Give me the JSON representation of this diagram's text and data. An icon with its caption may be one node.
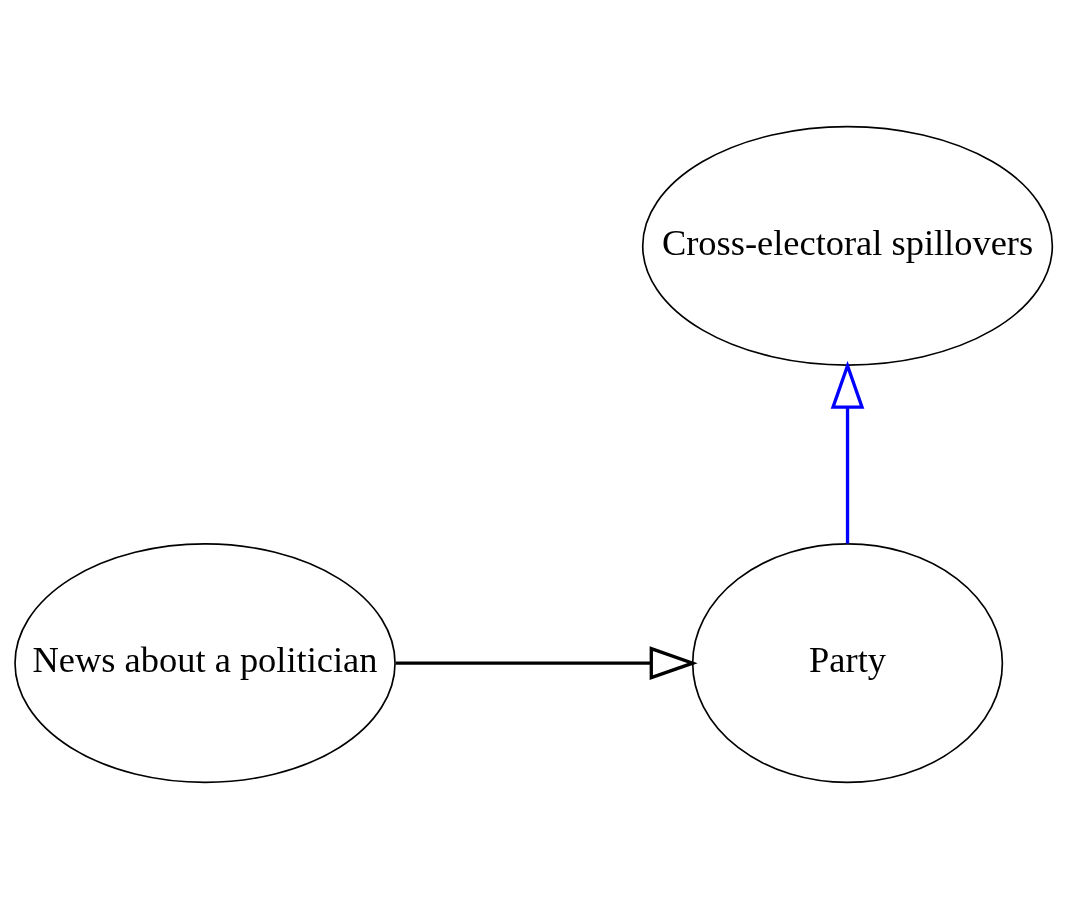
{
  "diagram": {
    "nodes": [
      {
        "text": [
          "Cross-electoral spillovers"
        ]
      },
      {
        "text": [
          "News about a politician"
        ]
      },
      {
        "text": [
          "Party"
        ]
      }
    ],
    "edges": [
      {
        "from": 1,
        "to": 2,
        "arrow": "to"
      },
      {
        "from": 2,
        "to": 0,
        "arrow": "to",
        "color": "#0000ff"
      }
    ]
  }
}
